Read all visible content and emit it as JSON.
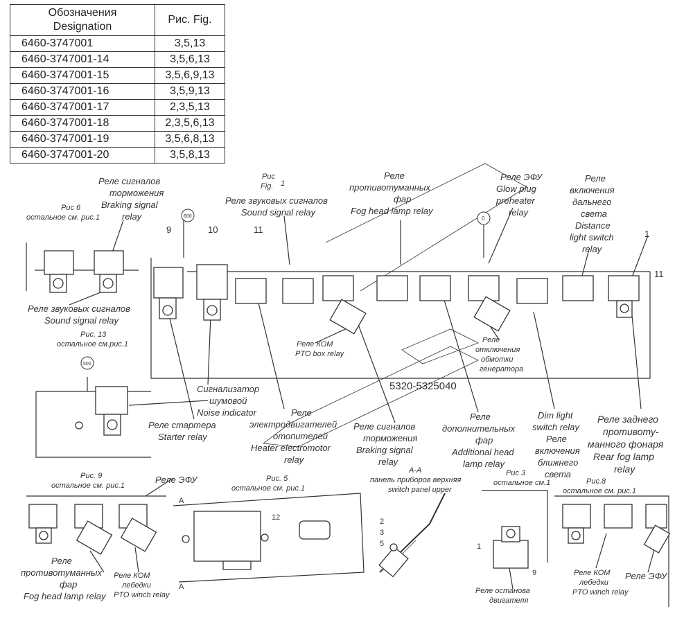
{
  "table": {
    "header_designation": [
      "Обозначения",
      "Designation"
    ],
    "header_fig": "Рис. Fig.",
    "rows": [
      {
        "code": "6460-3747001",
        "figs": "3,5,13"
      },
      {
        "code": "6460-3747001-14",
        "figs": "3,5,6,13"
      },
      {
        "code": "6460-3747001-15",
        "figs": "3,5,6,9,13"
      },
      {
        "code": "6460-3747001-16",
        "figs": "3,5,9,13"
      },
      {
        "code": "6460-3747001-17",
        "figs": "2,3,5,13"
      },
      {
        "code": "6460-3747001-18",
        "figs": "2,3,5,6,13"
      },
      {
        "code": "6460-3747001-19",
        "figs": "3,5,6,8,13"
      },
      {
        "code": "6460-3747001-20",
        "figs": "3,5,8,13"
      }
    ]
  },
  "labels": {
    "braking_top": [
      "Реле сигналов",
      "торможения",
      "Braking signal",
      "relay"
    ],
    "fig1": [
      "Рис",
      "Fig.",
      "1"
    ],
    "sound_top": [
      "Реле звуковых сигналов",
      "Sound signal relay"
    ],
    "fog_top": [
      "Реле",
      "противотуманных",
      "фар",
      "Fog head lamp relay"
    ],
    "glow_top": [
      "Реле ЭФУ",
      "Glow plug",
      "preheater",
      "relay"
    ],
    "distance": [
      "Реле",
      "включения",
      "дальнего",
      "света",
      "Distance",
      "light switch",
      "relay"
    ],
    "fig6": [
      "Рис 6",
      "остальное см. рис.1"
    ],
    "sound_left": [
      "Реле звуковых сигналов",
      "Sound signal relay"
    ],
    "fig13": [
      "Рис. 13",
      "остальное см.рис.1"
    ],
    "pto_box": [
      "Реле КОМ",
      "PTO box relay"
    ],
    "generator": [
      "Реле",
      "отключения",
      "обмотки",
      "генератора"
    ],
    "part_no": "5320-5325040",
    "noise": [
      "Сигнализатор",
      "шумовой",
      "Noise indicator"
    ],
    "starter": [
      "Реле стартера",
      "Starter relay"
    ],
    "heater": [
      "Реле",
      "электродвигателей",
      "отопителей",
      "Heater electromotor",
      "relay"
    ],
    "braking_bottom": [
      "Реле сигналов",
      "торможения",
      "Braking signal",
      "relay"
    ],
    "additional": [
      "Реле",
      "дополнительных",
      "фар",
      "Additional head",
      "lamp relay"
    ],
    "dim": [
      "Dim light",
      "switch relay",
      "Реле",
      "включения",
      "ближнего",
      "света"
    ],
    "rear_fog": [
      "Реле заднего",
      "противоту-",
      "манного фонаря",
      "Rear fog lamp",
      "relay"
    ],
    "fig9": [
      "Рис. 9",
      "остальное см. рис.1"
    ],
    "efu_mid": "Реле ЭФУ",
    "fig5": [
      "Рис. 5",
      "остальное см. рис.1"
    ],
    "section_aa": [
      "А-А",
      "панель приборов верхняя",
      "switch panel upper"
    ],
    "fig3": [
      "Рис 3",
      "остальное см.1"
    ],
    "engine_stop": [
      "Реле останова",
      "двигателя"
    ],
    "fig8": [
      "Рис.8",
      "остальное см. рис.1"
    ],
    "fog_bottom": [
      "Реле",
      "противотуманных",
      "фар",
      "Fog head lamp relay"
    ],
    "pto_winch_left": [
      "Реле КОМ",
      "лебедки",
      "PTO winch relay"
    ],
    "pto_winch_right": [
      "Реле КОМ",
      "лебедки",
      "PTO winch relay"
    ],
    "efu_right": "Реле ЭФУ",
    "numbers": {
      "n9": "9",
      "n10": "10",
      "n11a": "11",
      "n1": "1",
      "n11b": "11",
      "n600": "600",
      "n0": "0",
      "n500": "500",
      "n12": "12",
      "a1": "А",
      "a2": "А",
      "n2": "2",
      "n3": "3",
      "n5": "5",
      "n1b": "1",
      "n9b": "9"
    }
  }
}
